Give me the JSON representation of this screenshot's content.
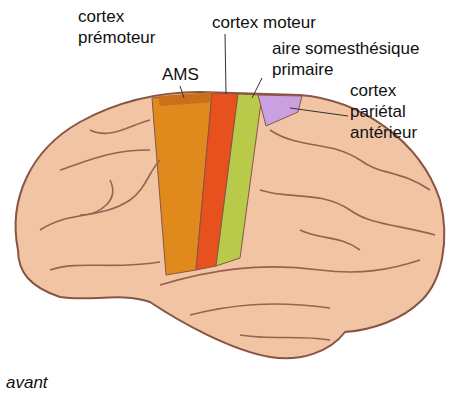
{
  "diagram": {
    "labels": [
      "cortex prémoteur",
      "AMS",
      "cortex moteur",
      "aire somesthésique primaire",
      "cortex pariétal antérieur",
      "avant"
    ]
  }
}
